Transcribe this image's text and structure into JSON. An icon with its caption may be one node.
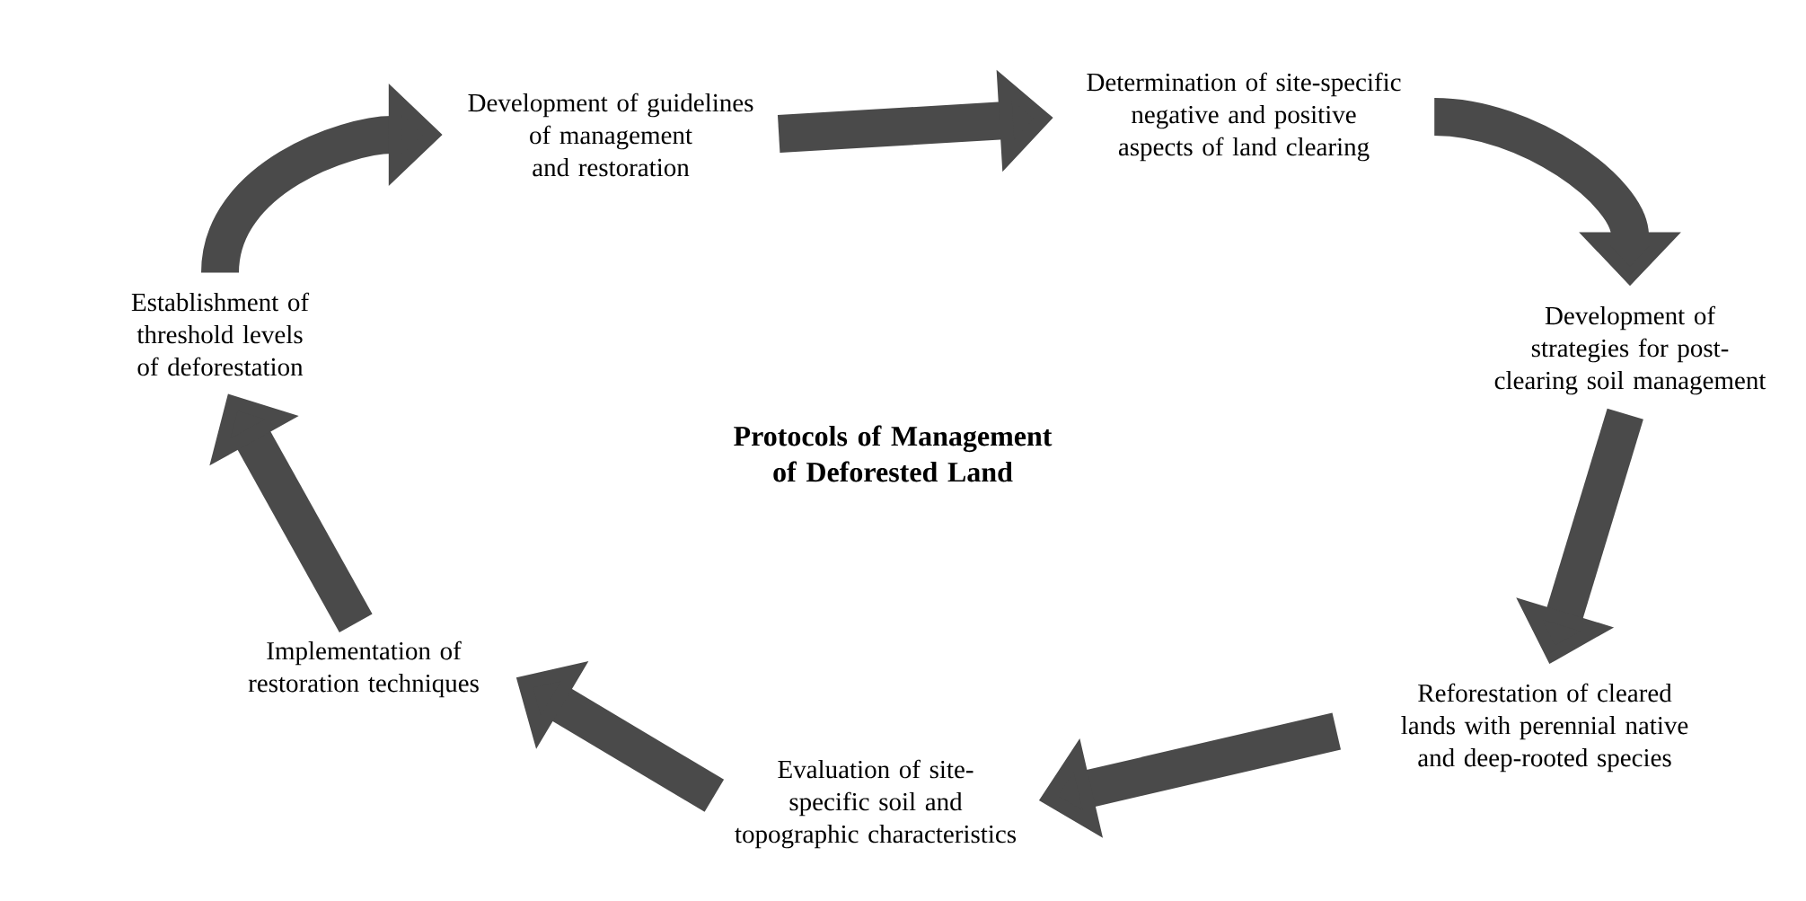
{
  "diagram": {
    "title": "Protocols of Management of Deforested Land",
    "nodes": [
      {
        "text": [
          "Development of guidelines of management and restoration"
        ]
      },
      {
        "text": [
          "Determination of site-specific negative and positive aspects of land clearing"
        ]
      },
      {
        "text": [
          "Development of strategies for post-clearing soil management"
        ]
      },
      {
        "text": [
          "Reforestation of cleared lands with perennial native and deep-rooted species"
        ]
      },
      {
        "text": [
          "Evaluation of site-specific soil and topographic characteristics"
        ]
      },
      {
        "text": [
          "Implementation of restoration techniques"
        ]
      },
      {
        "text": [
          "Establishment of threshold levels of deforestation"
        ]
      }
    ],
    "edges": [
      {
        "from": 0,
        "to": 1,
        "arrow": "to"
      },
      {
        "from": 1,
        "to": 2,
        "arrow": "to"
      },
      {
        "from": 2,
        "to": 3,
        "arrow": "to"
      },
      {
        "from": 3,
        "to": 4,
        "arrow": "to"
      },
      {
        "from": 4,
        "to": 5,
        "arrow": "to"
      },
      {
        "from": 5,
        "to": 6,
        "arrow": "to"
      },
      {
        "from": 6,
        "to": 0,
        "arrow": "to"
      }
    ]
  }
}
